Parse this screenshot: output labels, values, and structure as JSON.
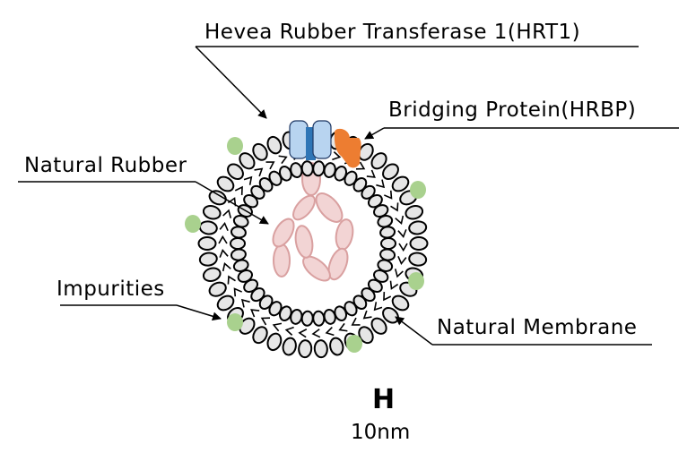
{
  "labels": {
    "hrt1": "Hevea Rubber Transferase 1(HRT1)",
    "hrbp": "Bridging Protein(HRBP)",
    "natural_rubber": "Natural Rubber",
    "impurities": "Impurities",
    "natural_membrane": "Natural Membrane"
  },
  "scale": {
    "symbol": "H",
    "text": "10nm"
  },
  "colors": {
    "hrt1_light": "#b8d4f0",
    "hrt1_dark": "#2e75b6",
    "hrbp": "#ed7d31",
    "impurity": "#a9d18e",
    "rubber_fill": "#f2d4d4",
    "rubber_stroke": "#d9a0a0",
    "lipid_head": "#e6e6e6"
  }
}
